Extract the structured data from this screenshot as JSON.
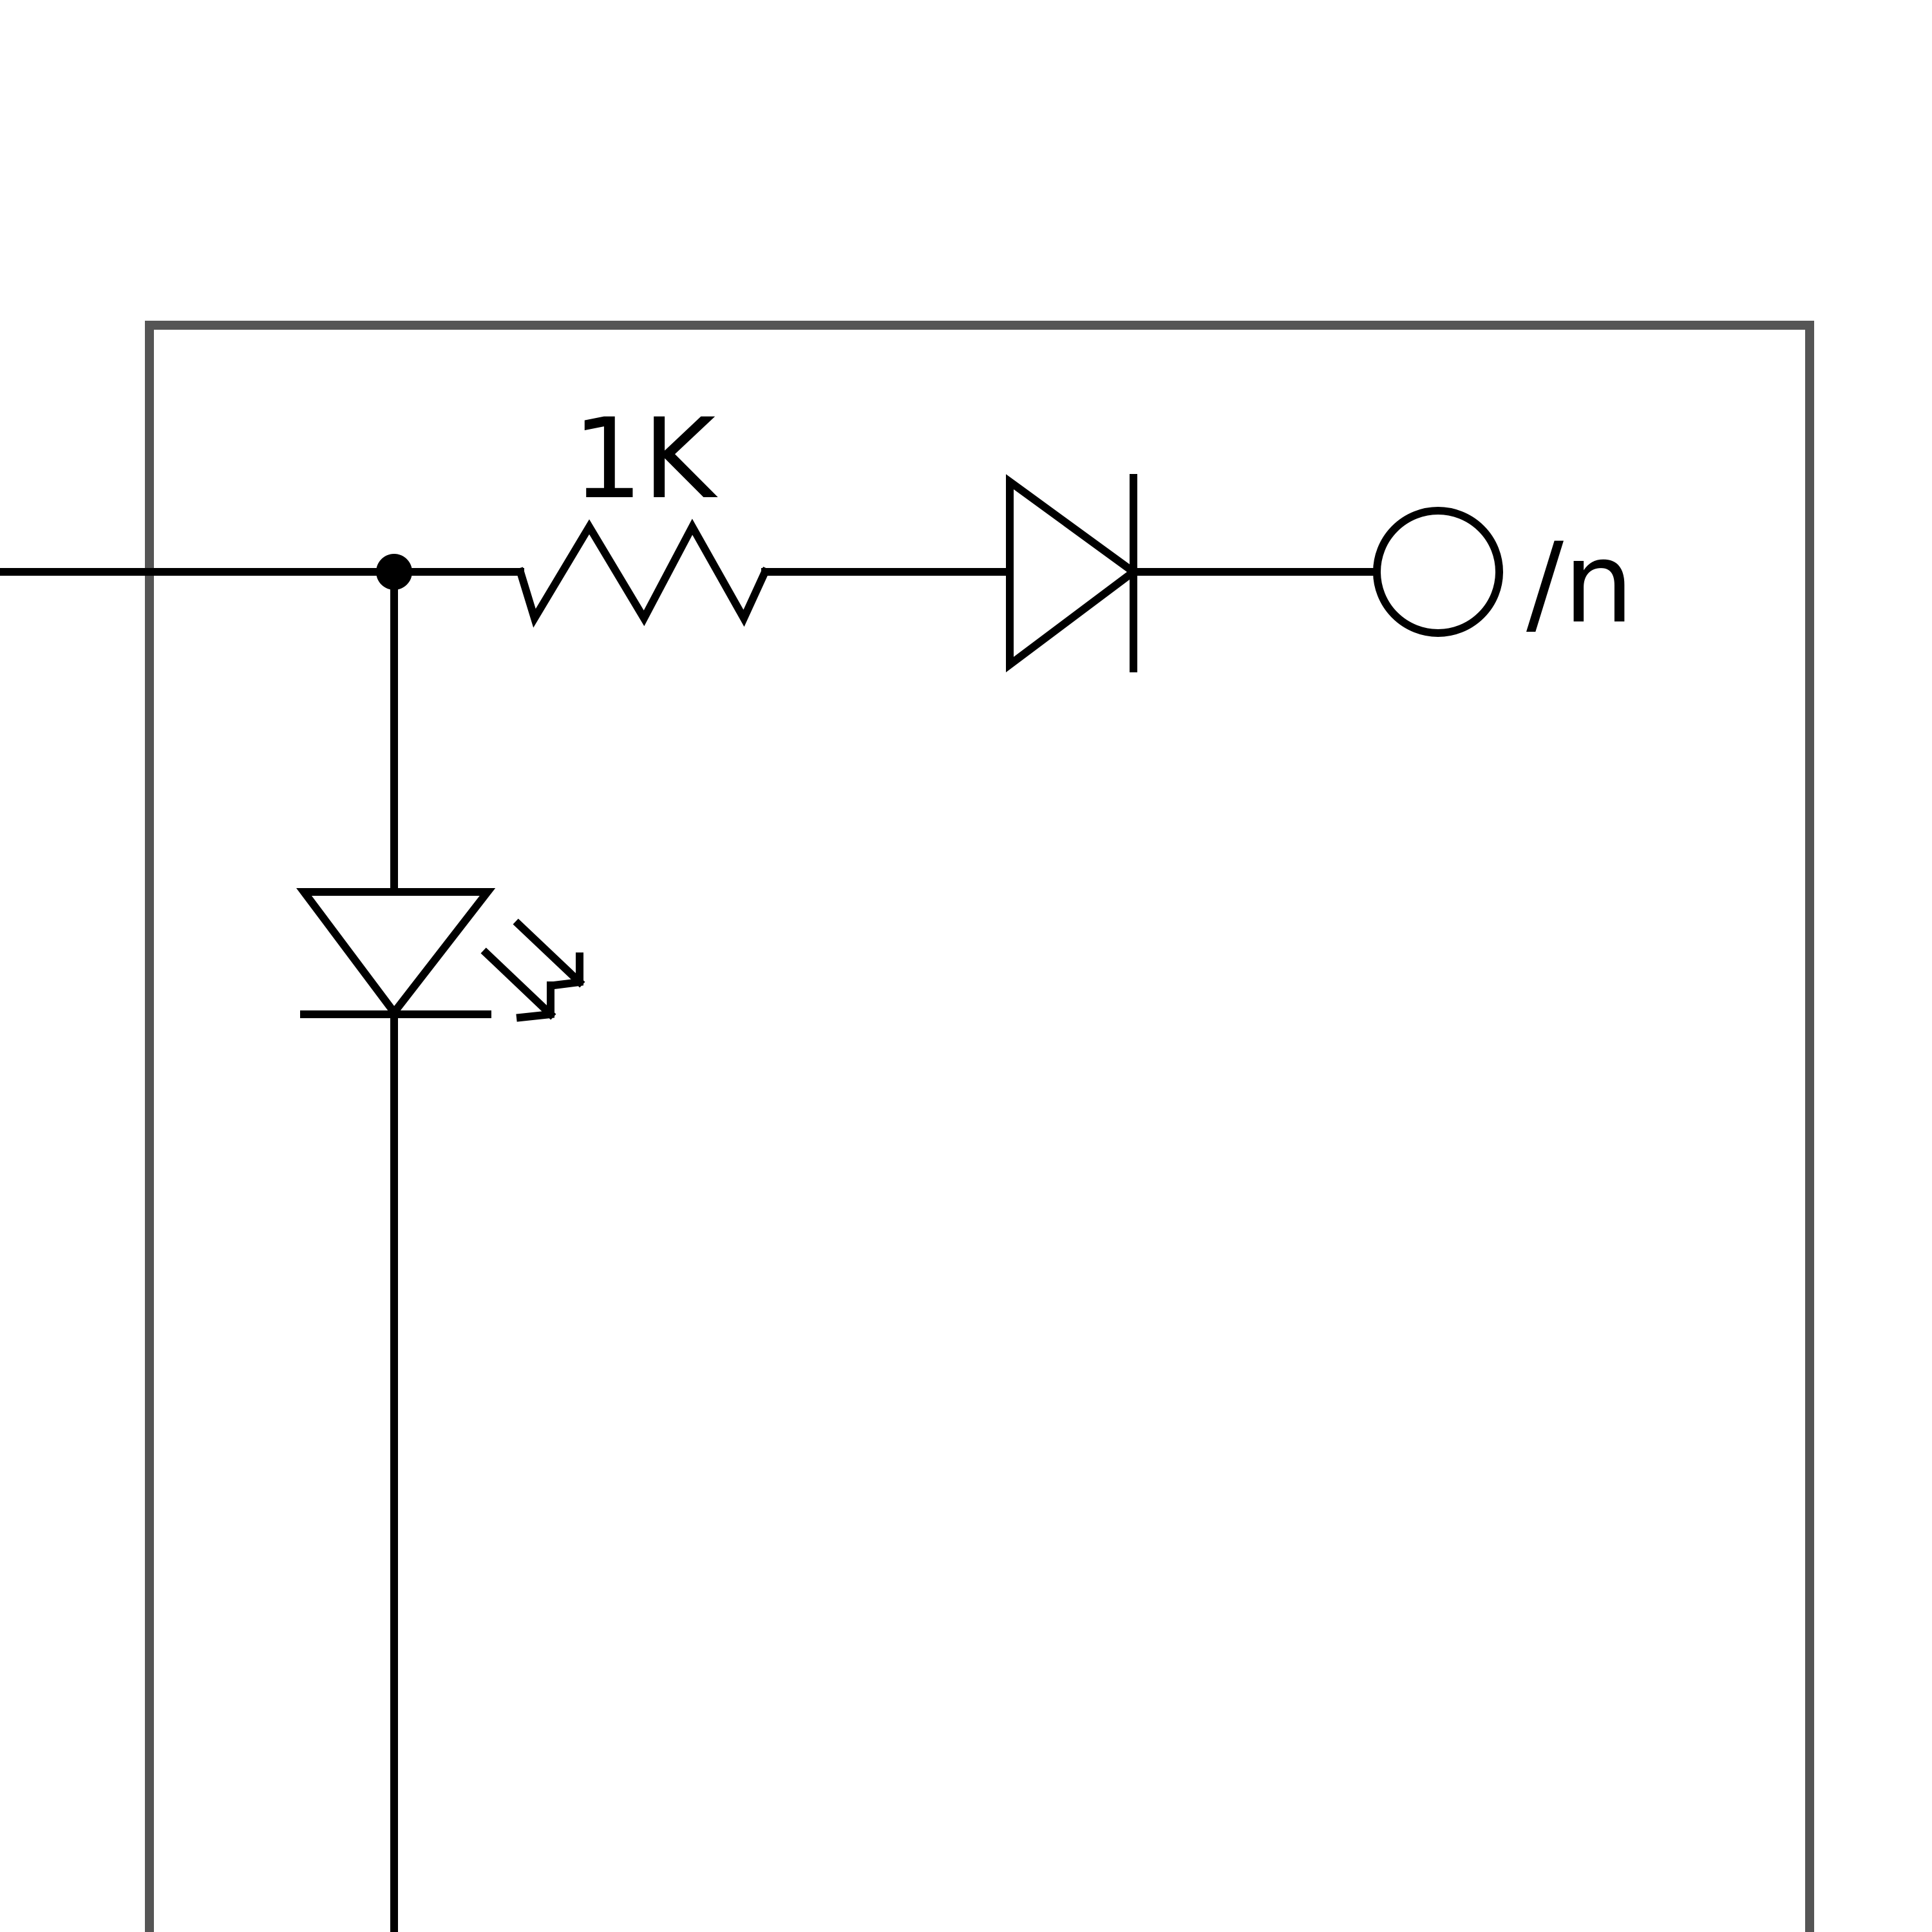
{
  "diagram": {
    "type": "circuit-schematic",
    "line_color": "#000000",
    "frame_color": "#555555",
    "background": "#ffffff",
    "components": {
      "resistor": {
        "symbol": "resistor",
        "label": "1K"
      },
      "diode": {
        "symbol": "diode"
      },
      "led": {
        "symbol": "light-emitting-diode"
      },
      "terminal": {
        "symbol": "open-terminal",
        "label": "/n"
      },
      "junction": {
        "symbol": "junction-dot"
      }
    }
  }
}
